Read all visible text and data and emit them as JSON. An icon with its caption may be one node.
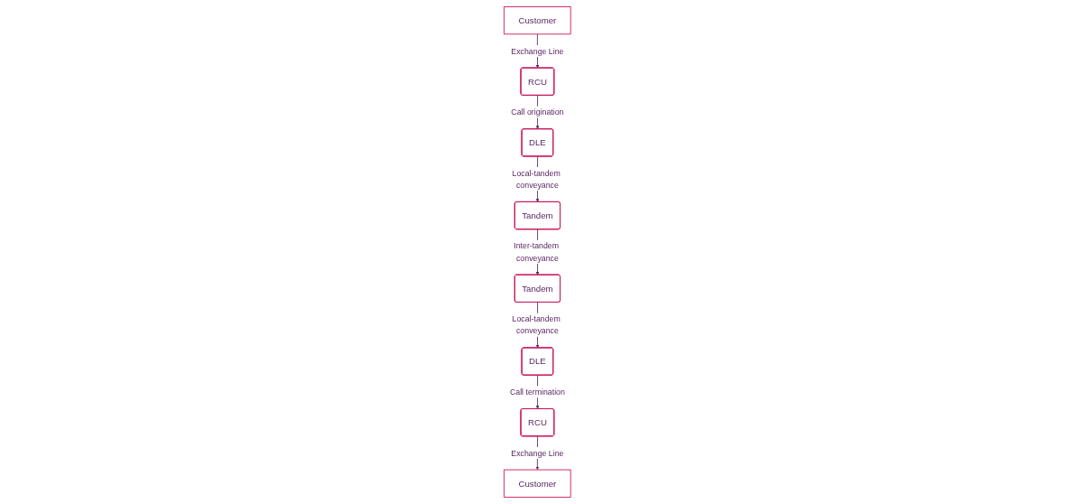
{
  "diagram": {
    "nodes": [
      {
        "text": [
          "Tandem"
        ]
      },
      {
        "text": [
          "DLE"
        ]
      },
      {
        "text": [
          "RCU"
        ]
      },
      {
        "text": [
          "Customer"
        ]
      },
      {
        "text": [
          "Tandem"
        ]
      },
      {
        "text": [
          "DLE"
        ]
      },
      {
        "text": [
          "RCU"
        ]
      },
      {
        "text": [
          "Customer"
        ]
      }
    ],
    "edges": [
      {
        "from": 3,
        "to": 2,
        "arrow": "to",
        "label": "Exchange Line"
      },
      {
        "from": 2,
        "to": 1,
        "arrow": "to",
        "label": "Call origination"
      },
      {
        "from": 1,
        "to": 0,
        "arrow": "to",
        "label": "Local-tandem conveyance"
      },
      {
        "from": 0,
        "to": 4,
        "arrow": "to",
        "label": "Inter-tandem conveyance"
      },
      {
        "from": 4,
        "to": 5,
        "arrow": "to",
        "label": "Local-tandem conveyance"
      },
      {
        "from": 5,
        "to": 6,
        "arrow": "to",
        "label": "Call termination"
      },
      {
        "from": 6,
        "to": 7,
        "arrow": "to",
        "label": "Exchange Line"
      }
    ]
  }
}
